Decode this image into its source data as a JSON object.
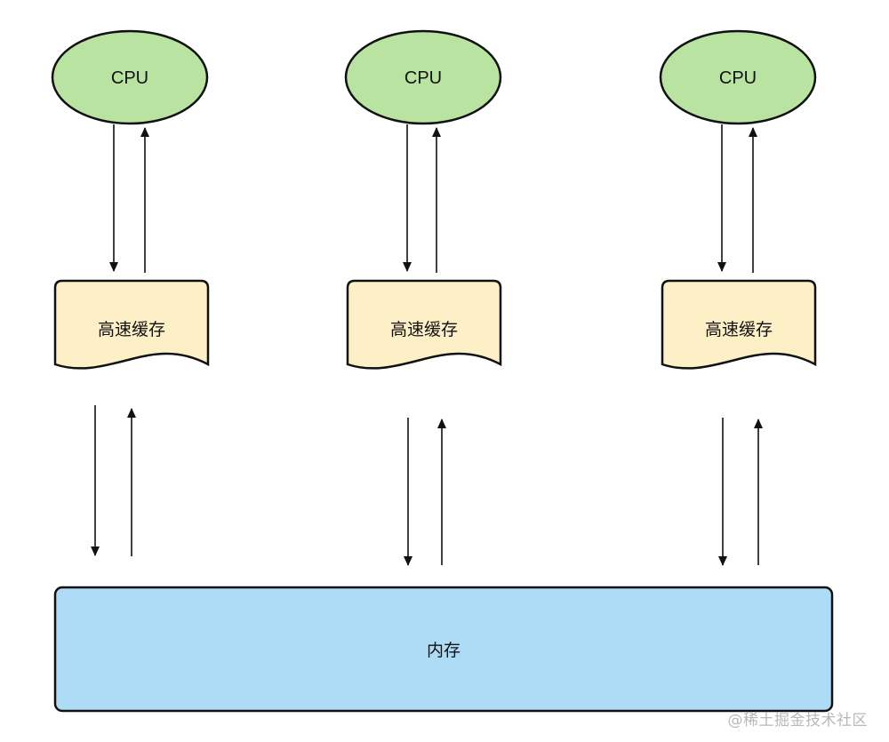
{
  "diagram": {
    "cpus": [
      {
        "label": "CPU"
      },
      {
        "label": "CPU"
      },
      {
        "label": "CPU"
      }
    ],
    "caches": [
      {
        "label": "高速缓存"
      },
      {
        "label": "高速缓存"
      },
      {
        "label": "高速缓存"
      }
    ],
    "memory": {
      "label": "内存"
    },
    "colors": {
      "cpu_fill": "#b9e3a1",
      "cache_fill": "#fdf0c6",
      "memory_fill": "#aedcf7",
      "stroke": "#111111"
    }
  },
  "watermark": {
    "text": "@稀土掘金技术社区"
  }
}
